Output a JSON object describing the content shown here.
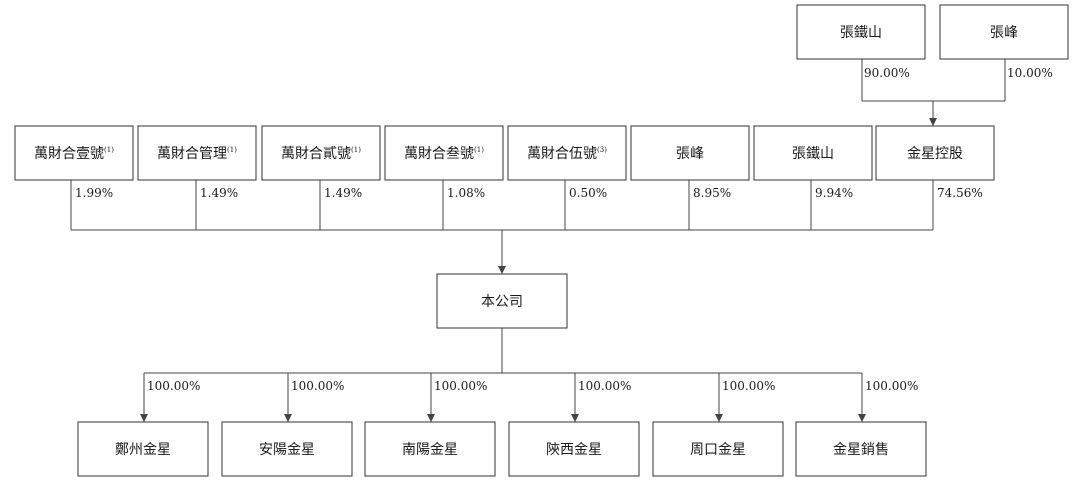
{
  "top_owners": [
    {
      "name": "張鐵山",
      "pct": "90.00%"
    },
    {
      "name": "張峰",
      "pct": "10.00%"
    }
  ],
  "holding_company": {
    "name": "金星控股",
    "pct": "74.56%"
  },
  "shareholders": [
    {
      "name": "萬財合壹號",
      "note": "(1)",
      "pct": "1.99%"
    },
    {
      "name": "萬財合管理",
      "note": "(1)",
      "pct": "1.49%"
    },
    {
      "name": "萬財合貳號",
      "note": "(1)",
      "pct": "1.49%"
    },
    {
      "name": "萬財合叁號",
      "note": "(1)",
      "pct": "1.08%"
    },
    {
      "name": "萬財合伍號",
      "note": "(3)",
      "pct": "0.50%"
    },
    {
      "name": "張峰",
      "note": "",
      "pct": "8.95%"
    },
    {
      "name": "張鐵山",
      "note": "",
      "pct": "9.94%"
    }
  ],
  "company": {
    "name": "本公司"
  },
  "subsidiaries": [
    {
      "name": "鄭州金星",
      "pct": "100.00%"
    },
    {
      "name": "安陽金星",
      "pct": "100.00%"
    },
    {
      "name": "南陽金星",
      "pct": "100.00%"
    },
    {
      "name": "陝西金星",
      "pct": "100.00%"
    },
    {
      "name": "周口金星",
      "pct": "100.00%"
    },
    {
      "name": "金星銷售",
      "pct": "100.00%"
    }
  ]
}
